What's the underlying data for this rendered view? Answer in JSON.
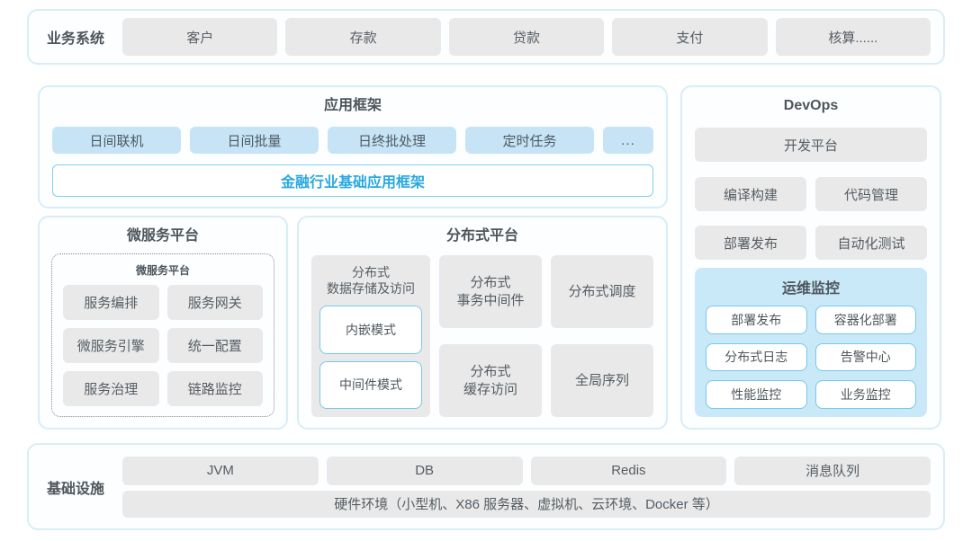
{
  "colors": {
    "container_border": "#d7edf7",
    "box_gray": "#e9e9e9",
    "box_light_blue": "#c6e4f6",
    "ops_monitor_bg": "#c9e9f8",
    "cyan_border": "#74c9e9",
    "accent_blue_text": "#29a9e0",
    "body_text": "#555d63"
  },
  "business_systems": {
    "label": "业务系统",
    "items": [
      "客户",
      "存款",
      "贷款",
      "支付",
      "核算......"
    ]
  },
  "app_framework": {
    "title": "应用框架",
    "items": [
      "日间联机",
      "日间批量",
      "日终批处理",
      "定时任务",
      "..."
    ],
    "base_framework": "金融行业基础应用框架"
  },
  "devops": {
    "title": "DevOps",
    "platform": "开发平台",
    "items": [
      "编译构建",
      "代码管理",
      "部署发布",
      "自动化测试"
    ],
    "ops_monitor": {
      "title": "运维监控",
      "items": [
        "部署发布",
        "容器化部署",
        "分布式日志",
        "告警中心",
        "性能监控",
        "业务监控"
      ]
    }
  },
  "microservice": {
    "title": "微服务平台",
    "inner_title": "微服务平台",
    "items": [
      "服务编排",
      "服务网关",
      "微服务引擎",
      "统一配置",
      "服务治理",
      "链路监控"
    ]
  },
  "distributed": {
    "title": "分布式平台",
    "storage": {
      "title": "分布式\n数据存储及访问",
      "modes": [
        "内嵌模式",
        "中间件模式"
      ]
    },
    "items": [
      "分布式\n事务中间件",
      "分布式调度",
      "分布式\n缓存访问",
      "全局序列"
    ]
  },
  "infrastructure": {
    "label": "基础设施",
    "items": [
      "JVM",
      "DB",
      "Redis",
      "消息队列"
    ],
    "hardware": "硬件环境（小型机、X86 服务器、虚拟机、云环境、Docker 等）"
  }
}
